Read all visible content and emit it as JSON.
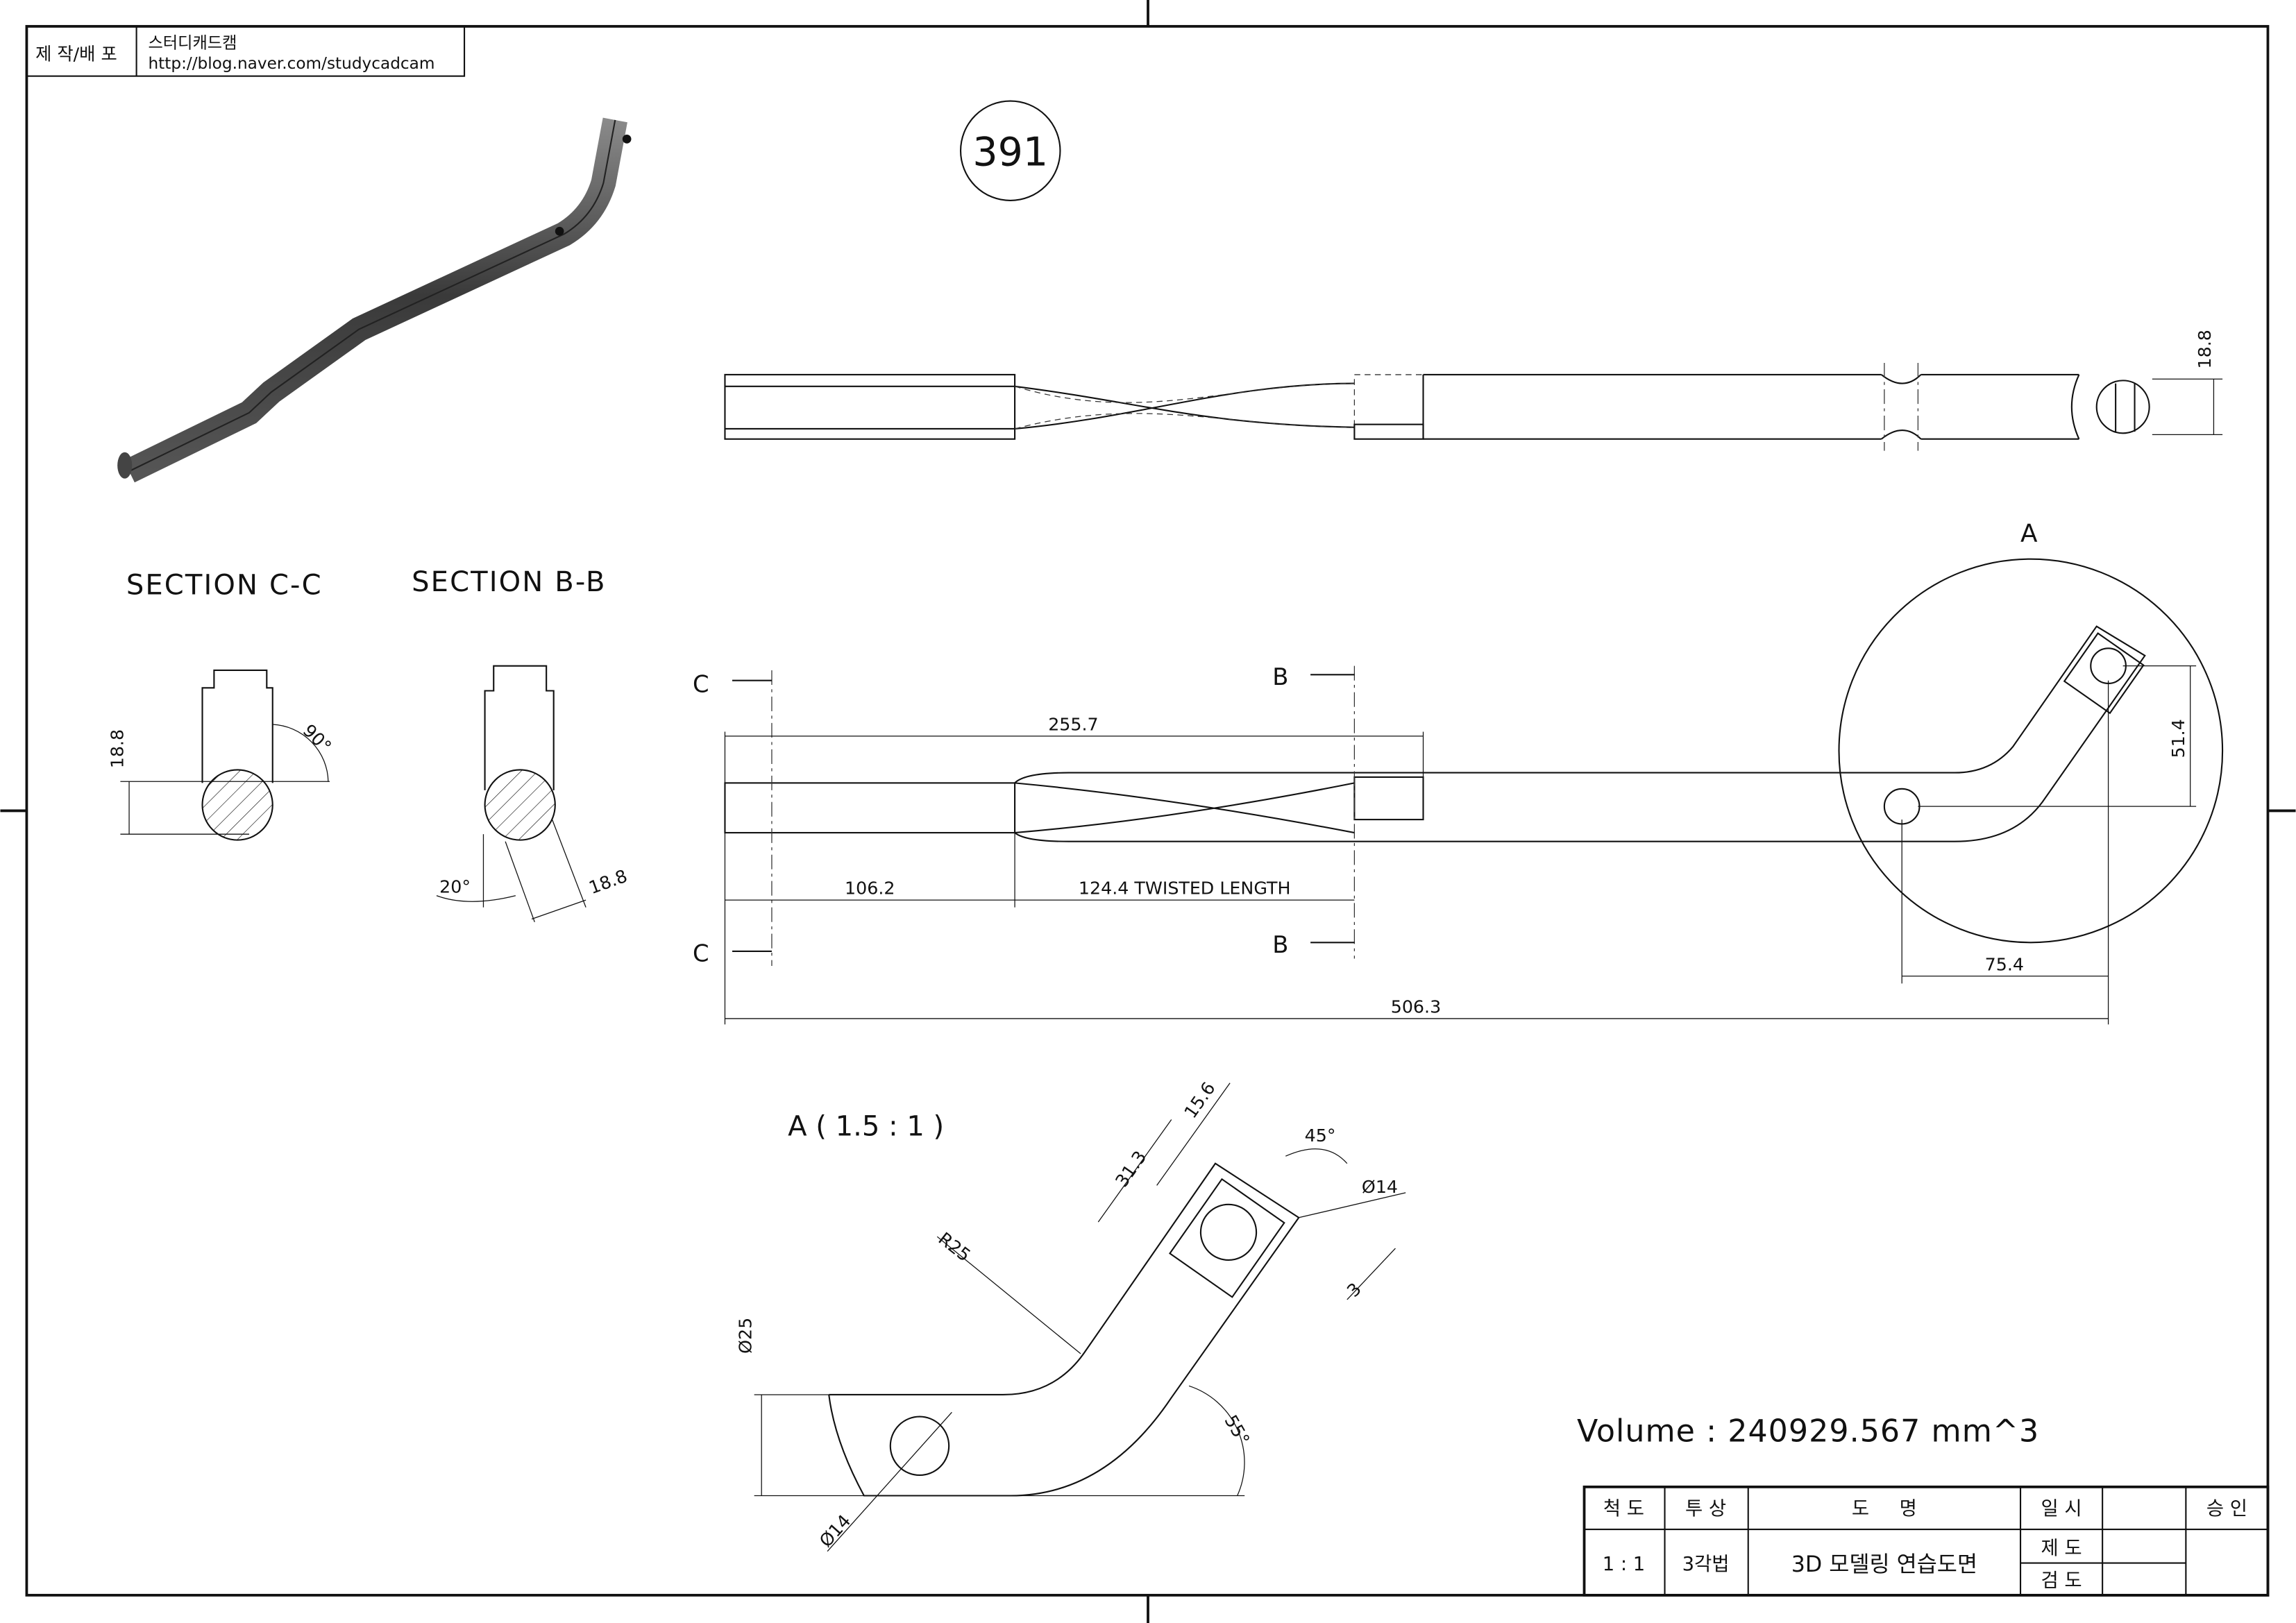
{
  "header": {
    "maker_label": "제 작/배 포",
    "maker_name": "스터디캐드캠",
    "maker_url": "http://blog.naver.com/studycadcam"
  },
  "drawing_number": "391",
  "sections": {
    "c_title": "SECTION C-C",
    "b_title": "SECTION B-B",
    "c_dim": "18.8",
    "c_angle": "90°",
    "b_dim": "18.8",
    "b_angle": "20°"
  },
  "top_view": {
    "dim": "18.8"
  },
  "front_view": {
    "cut_c": "C",
    "cut_b": "B",
    "detail_label": "A",
    "dim_overall": "506.3",
    "dim_255": "255.7",
    "dim_106": "106.2",
    "dim_twist": "124.4 TWISTED LENGTH",
    "dim_75": "75.4",
    "dim_51": "51.4"
  },
  "detail": {
    "title": "A ( 1.5 : 1 )",
    "d25": "Ø25",
    "d14a": "Ø14",
    "d14b": "Ø14",
    "r25": "R25",
    "a55": "55°",
    "a45": "45°",
    "d31": "31.3",
    "d15": "15.6",
    "d3": "3"
  },
  "volume": "Volume : 240929.567 mm^3",
  "title_block": {
    "scale_label": "척 도",
    "projection_label": "투 상",
    "name_label": "도     명",
    "date_label": "일 시",
    "approve_label": "승 인",
    "scale": "1 : 1",
    "projection": "3각법",
    "name": "3D 모델링 연습도면",
    "drawn_label": "제 도",
    "checked_label": "검 도"
  }
}
